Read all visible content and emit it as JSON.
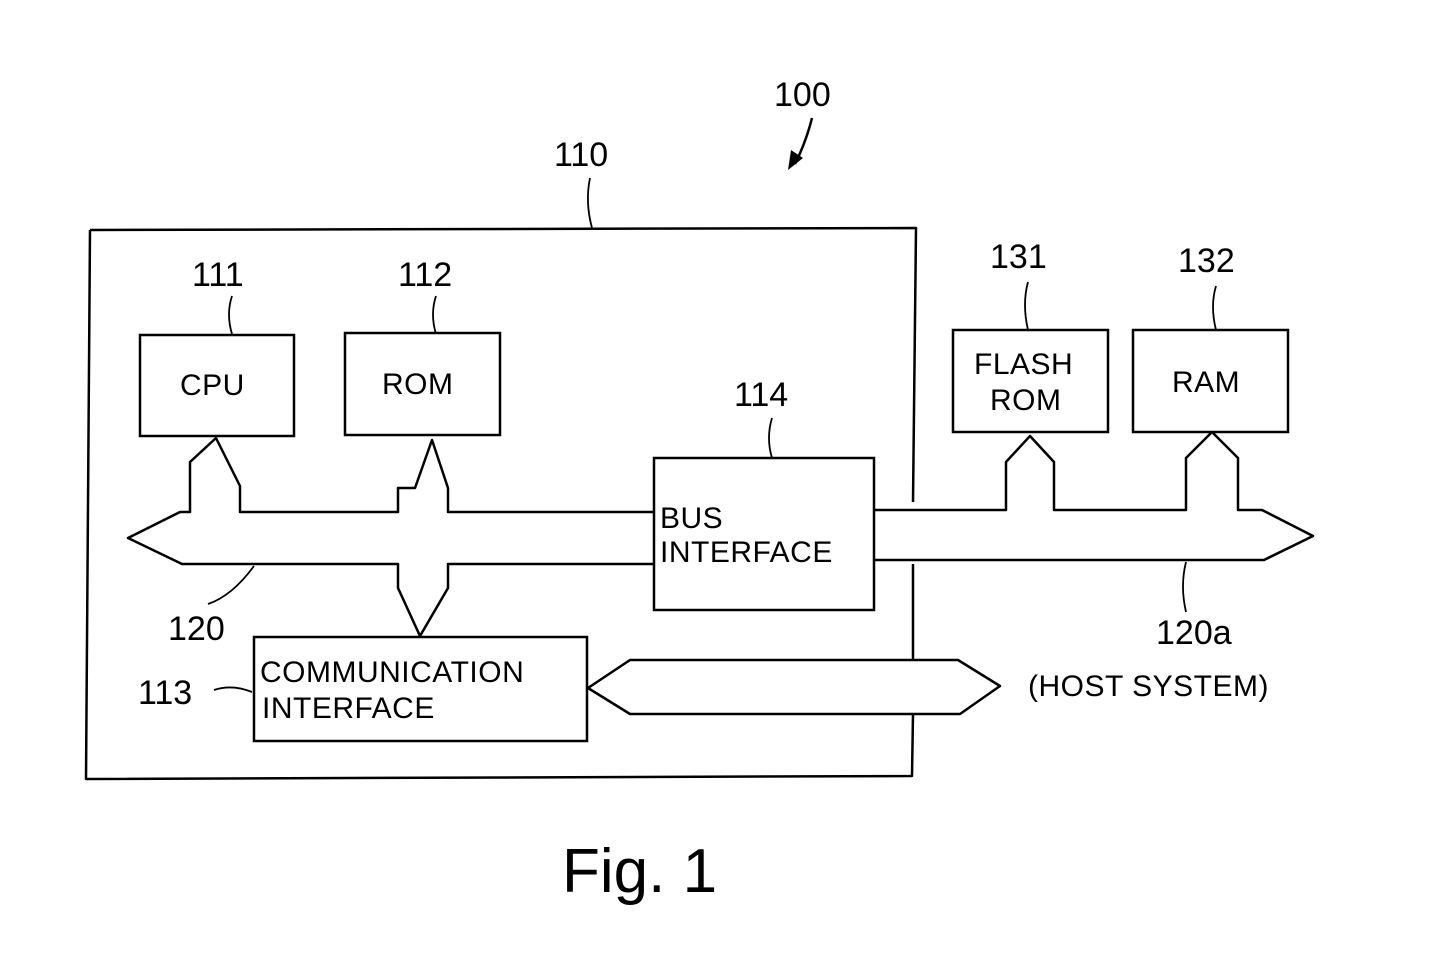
{
  "figure": {
    "caption": "Fig. 1",
    "refs": {
      "device": "100",
      "controller": "110",
      "cpu": "111",
      "rom": "112",
      "comm_interface": "113",
      "bus_interface": "114",
      "bus_internal": "120",
      "bus_host": "120a",
      "flash_rom": "131",
      "ram": "132"
    },
    "blocks": {
      "cpu": "CPU",
      "rom": "ROM",
      "flash_rom_line1": "FLASH",
      "flash_rom_line2": "ROM",
      "ram": "RAM",
      "bus_interface_line1": "BUS",
      "bus_interface_line2": "INTERFACE",
      "comm_interface_line1": "COMMUNICATION",
      "comm_interface_line2": "INTERFACE"
    },
    "host_label": "(HOST SYSTEM)"
  }
}
